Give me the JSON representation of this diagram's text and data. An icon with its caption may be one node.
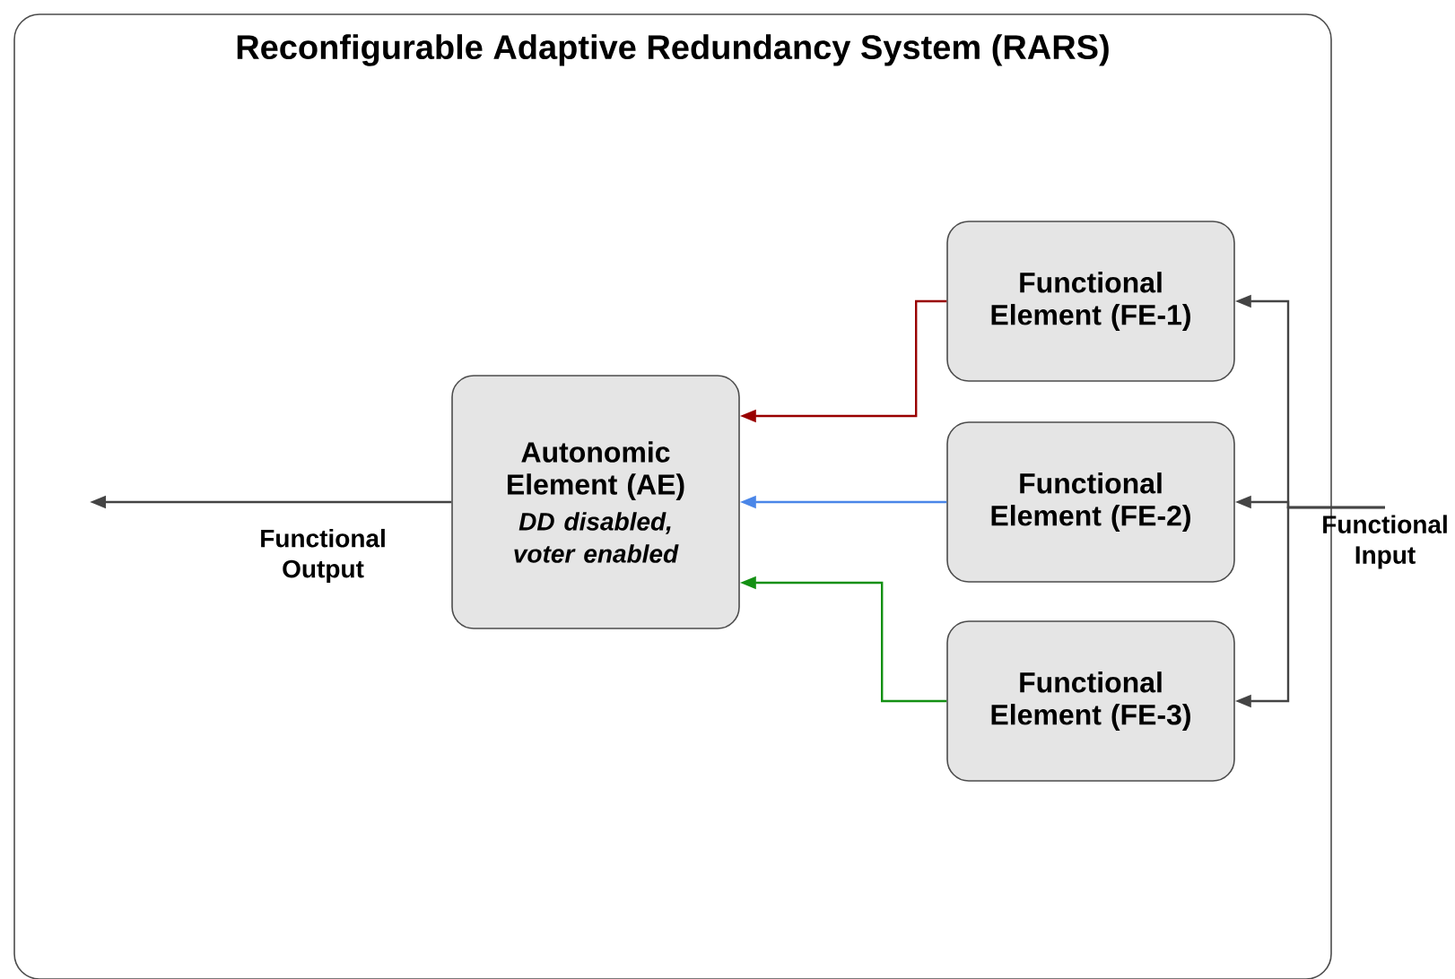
{
  "diagram": {
    "nodes": [
      {
        "text": [
          "Reconfigurable Adaptive Redundancy System (RARS)"
        ]
      },
      {
        "text": [
          "Autonomic Element (AE)",
          "DD disabled, voter enabled"
        ],
        "in": 0
      },
      {
        "text": [
          "Functional Element (FE-1)"
        ],
        "in": 0
      },
      {
        "text": [
          "Functional Element (FE-2)"
        ],
        "in": 0
      },
      {
        "text": [
          "Functional Element (FE-3)"
        ],
        "in": 0
      },
      {
        "text": [
          "Functional Input"
        ]
      }
    ],
    "edges": [
      {
        "from": 2,
        "to": 1,
        "arrow": "to",
        "color": "#990000"
      },
      {
        "from": 3,
        "to": 1,
        "arrow": "to",
        "color": "#4a86e8"
      },
      {
        "from": 4,
        "to": 1,
        "arrow": "to",
        "color": "#139013"
      },
      {
        "from": 5,
        "to": 2,
        "arrow": "to"
      },
      {
        "from": 5,
        "to": 3,
        "arrow": "to"
      },
      {
        "from": 5,
        "to": 4,
        "arrow": "to"
      },
      {
        "from": 1,
        "to": null,
        "arrow": "to",
        "label": "Functional Output"
      }
    ]
  }
}
